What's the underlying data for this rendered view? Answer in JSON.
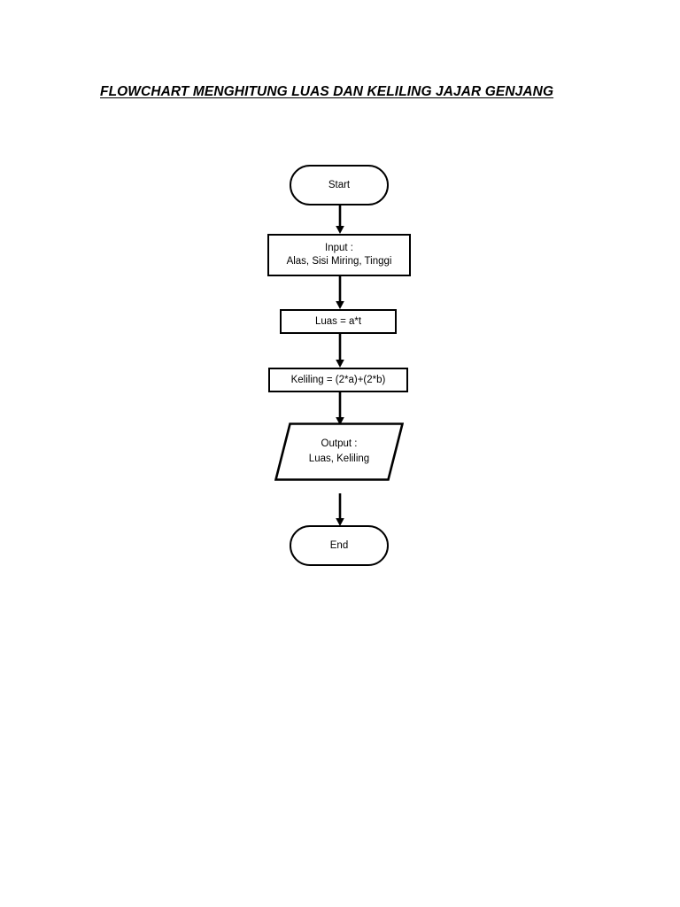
{
  "document": {
    "title": "FLOWCHART MENGHITUNG LUAS DAN KELILING JAJAR GENJANG",
    "background_color": "#ffffff",
    "ink_color": "#000000"
  },
  "chart_data": {
    "type": "diagram",
    "diagram_kind": "flowchart",
    "orientation": "top-to-bottom",
    "title": "FLOWCHART MENGHITUNG LUAS DAN KELILING JAJAR GENJANG",
    "nodes": [
      {
        "id": "start",
        "shape": "terminal",
        "lines": [
          "Start"
        ]
      },
      {
        "id": "input",
        "shape": "process",
        "lines": [
          "Input :",
          "Alas, Sisi Miring, Tinggi"
        ]
      },
      {
        "id": "luas",
        "shape": "process",
        "lines": [
          "Luas = a*t"
        ]
      },
      {
        "id": "keliling",
        "shape": "process",
        "lines": [
          "Keliling = (2*a)+(2*b)"
        ]
      },
      {
        "id": "output",
        "shape": "parallelogram",
        "lines": [
          "Output :",
          "Luas, Keliling"
        ]
      },
      {
        "id": "end",
        "shape": "terminal",
        "lines": [
          "End"
        ]
      }
    ],
    "edges": [
      {
        "from": "start",
        "to": "input",
        "arrow": "down"
      },
      {
        "from": "input",
        "to": "luas",
        "arrow": "down"
      },
      {
        "from": "luas",
        "to": "keliling",
        "arrow": "down"
      },
      {
        "from": "keliling",
        "to": "output",
        "arrow": "down"
      },
      {
        "from": "output",
        "to": "end",
        "arrow": "down"
      }
    ]
  }
}
